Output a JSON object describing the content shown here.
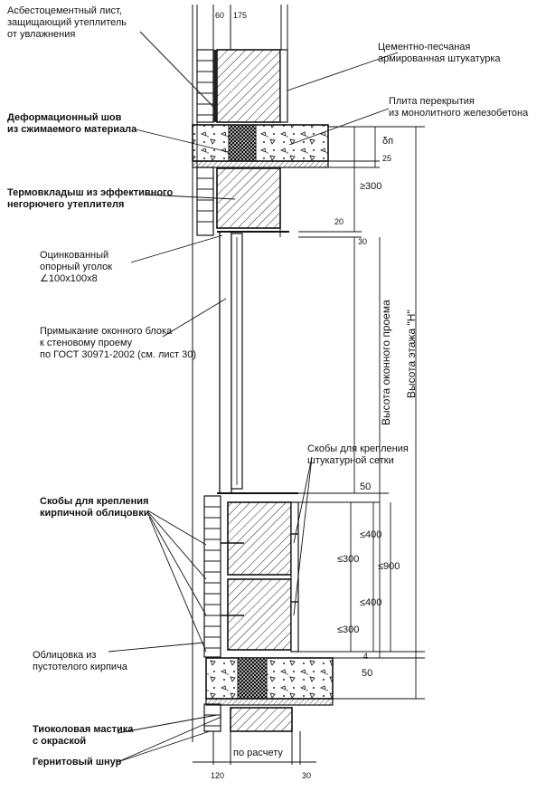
{
  "drawing": {
    "left_labels": [
      {
        "lines": [
          "Асбестоцементный лист,",
          "защищающий утеплитель",
          "от увлажнения"
        ]
      },
      {
        "lines": [
          "Деформационный шов",
          "из сжимаемого материала"
        ]
      },
      {
        "lines": [
          "Термовкладыш из эффективного",
          "негорючего утеплителя"
        ]
      },
      {
        "lines": [
          "Оцинкованный",
          "опорный уголок",
          "∠100х100х8"
        ]
      },
      {
        "lines": [
          "Примыкание оконного блока",
          "к стеновому проему",
          "по ГОСТ 30971-2002 (см. лист 30)"
        ]
      },
      {
        "lines": [
          "Скобы для крепления",
          "кирпичной облицовки"
        ]
      },
      {
        "lines": [
          "Облицовка из",
          "пустотелого кирпича"
        ]
      },
      {
        "lines": [
          "Тиоколовая мастика",
          "с окраской"
        ]
      },
      {
        "lines": [
          "Гернитовый шнур"
        ]
      }
    ],
    "right_labels": [
      {
        "lines": [
          "Цементно-песчаная",
          "армированная штукатурка"
        ]
      },
      {
        "lines": [
          "Плита перекрытия",
          "из монолитного железобетона"
        ]
      },
      {
        "lines": [
          "Скобы для крепления",
          "штукатурной сетки"
        ]
      }
    ],
    "dimensions": {
      "top_a": "60",
      "top_b": "175",
      "d25": "25",
      "delta_p": "δп",
      "ge300": "≥300",
      "d20": "20",
      "d30": "30",
      "d50_top": "50",
      "le400_a": "≤400",
      "le300_a": "≤300",
      "le900": "≤900",
      "le400_b": "≤400",
      "le300_b": "≤300",
      "d4": "4",
      "d50_bot": "50",
      "bot_120": "120",
      "bot_calc": "по расчету",
      "bot_30": "30"
    },
    "vertical_labels": {
      "window_height": "Высота оконного проема",
      "floor_height": "Высота этажа \"H\""
    }
  }
}
